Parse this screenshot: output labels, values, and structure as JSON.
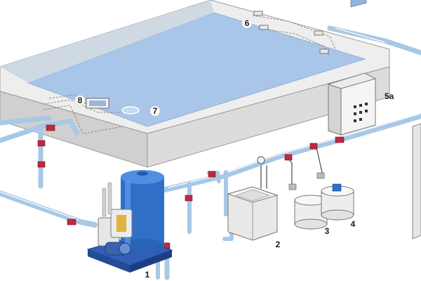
{
  "labels": {
    "filter_unit": "1",
    "dosing_tank": "2",
    "chemical_tank_3": "3",
    "chemical_tank_4": "4",
    "control_panel": "5a",
    "wall_inlets": "6",
    "main_drain": "7",
    "skimmer": "8"
  },
  "colors": {
    "water": "#a9c6e8",
    "pool_wall": "#d9d9d9",
    "pipe": "#a8c8e6",
    "valve": "#c0283c",
    "filter_tank": "#2f6fc8",
    "filter_base": "#2f5fb8",
    "pump_accent": "#e0b33c",
    "equipment": "#e6e6e6",
    "dashed_pipe": "#8a8a8a"
  }
}
